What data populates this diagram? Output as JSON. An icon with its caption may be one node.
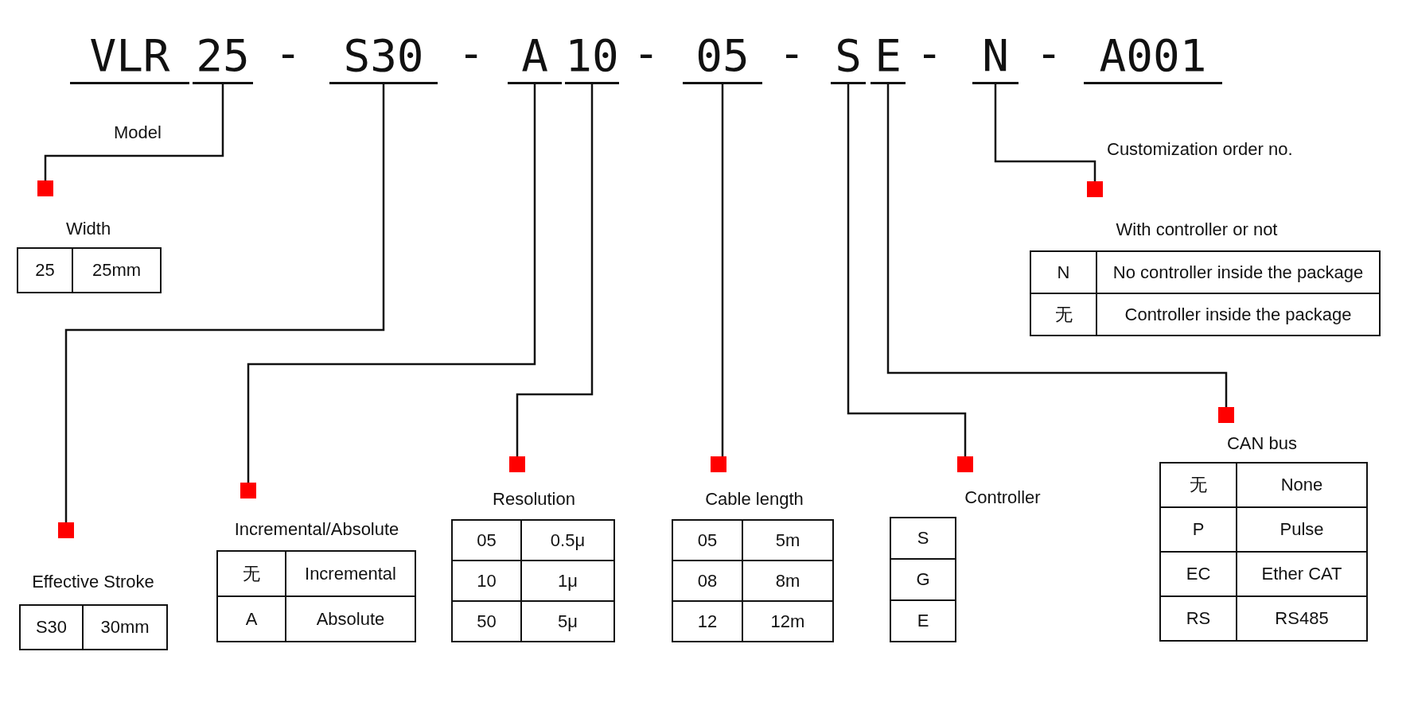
{
  "diagram": {
    "nodes": [
      {
        "text": [
          "VLR"
        ]
      },
      {
        "text": [
          "25"
        ]
      },
      {
        "text": [
          "S30"
        ]
      },
      {
        "text": [
          "A"
        ]
      },
      {
        "text": [
          "10"
        ]
      },
      {
        "text": [
          "05"
        ]
      },
      {
        "text": [
          "S"
        ]
      },
      {
        "text": [
          "E"
        ]
      },
      {
        "text": [
          "N"
        ]
      },
      {
        "text": [
          "A001"
        ]
      },
      {
        "text": [],
        "shape": "box"
      },
      {
        "text": [],
        "shape": "box"
      },
      {
        "text": [],
        "shape": "box"
      },
      {
        "text": [],
        "shape": "box"
      },
      {
        "text": [],
        "shape": "box"
      },
      {
        "text": [],
        "shape": "box"
      },
      {
        "text": [],
        "shape": "box"
      },
      {
        "text": [],
        "shape": "box"
      }
    ],
    "edges": [
      {
        "from": 1,
        "to": 10,
        "arrow": "none"
      },
      {
        "from": 2,
        "to": 11,
        "arrow": "none"
      },
      {
        "from": 3,
        "to": 12,
        "arrow": "none"
      },
      {
        "from": 4,
        "to": 13,
        "arrow": "none"
      },
      {
        "from": 5,
        "to": 14,
        "arrow": "none"
      },
      {
        "from": 6,
        "to": 15,
        "arrow": "none"
      },
      {
        "from": 7,
        "to": 16,
        "arrow": "none"
      },
      {
        "from": 8,
        "to": 17,
        "arrow": "none"
      }
    ],
    "labels": [
      "-",
      "-",
      "-",
      "-",
      "-",
      "-",
      "Model",
      "Customization order no.",
      "Width",
      "25",
      "25mm",
      "With controller or not",
      "N",
      "No controller inside the package",
      "无",
      "Controller inside the package",
      "CAN bus",
      "无",
      "None",
      "P",
      "Pulse",
      "EC",
      "Ether CAT",
      "RS",
      "RS485",
      "Controller",
      "S",
      "G",
      "E",
      "Resolution",
      "05",
      "0.5μ",
      "10",
      "1μ",
      "50",
      "5μ",
      "Cable length",
      "05",
      "5m",
      "08",
      "8m",
      "12",
      "12m",
      "Incremental/Absolute",
      "无",
      "Incremental",
      "A",
      "Absolute",
      "Effective Stroke",
      "S30",
      "30mm"
    ]
  }
}
